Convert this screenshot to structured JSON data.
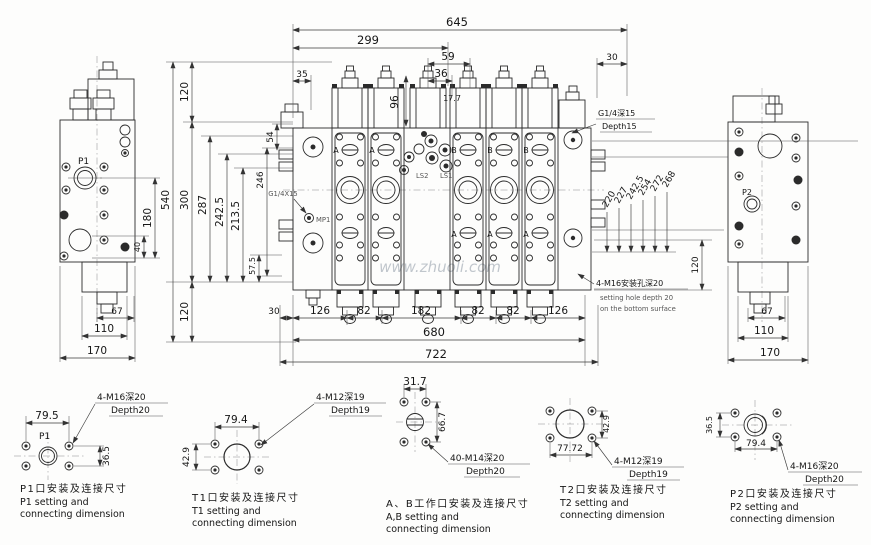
{
  "watermark": "www.zhuoli.com",
  "dims": {
    "top": {
      "a": "645",
      "b": "299",
      "c": "59",
      "d": "36",
      "e": "35",
      "f": "30",
      "g": "96",
      "h": "17.7"
    },
    "left": {
      "a": "120",
      "b": "540",
      "c": "300",
      "d": "287",
      "e": "242.5",
      "f": "213.5",
      "g": "57.5",
      "h": "246",
      "i": "54",
      "j": "120",
      "k": "180",
      "l": "40"
    },
    "bottom": {
      "a": "30",
      "b": "126",
      "c": "82",
      "d": "182",
      "e": "82",
      "f": "82",
      "g": "126",
      "h": "680",
      "i": "722"
    },
    "right": {
      "a": "220",
      "b": "227",
      "c": "242.5",
      "d": "254",
      "e": "272",
      "f": "268",
      "g": "120"
    }
  },
  "notes": {
    "g14": {
      "l1": "G1/4深15",
      "l2": "Depth15"
    },
    "m16": {
      "l1": "4-M16安装孔深20",
      "l2": "setting hole depth 20",
      "l3": "on the bottom surface"
    },
    "g14x15": "G1/4X15"
  },
  "ports": {
    "p1": "P1",
    "p2": "P2",
    "mp1": "MP1",
    "ls1": "LS1",
    "ls2": "LS2",
    "a": "A",
    "b": "B"
  },
  "sideL": {
    "d67": "67",
    "d110": "110",
    "d170": "170"
  },
  "sideR": {
    "d67": "67",
    "d110": "110",
    "d170": "170"
  },
  "details": [
    {
      "w": "79.5",
      "h": "36.5",
      "port": "P1",
      "n1": "4-M16深20",
      "n2": "Depth20",
      "cn": "P1口安装及连接尺寸",
      "en1": "P1 setting and",
      "en2": "connecting dimension"
    },
    {
      "w": "79.4",
      "h": "42.9",
      "n1": "4-M12深19",
      "n2": "Depth19",
      "cn": "T1口安装及连接尺寸",
      "en1": "T1 setting and",
      "en2": "connecting dimension"
    },
    {
      "w": "31.7",
      "h": "66.7",
      "n1": "40-M14深20",
      "n2": "Depth20",
      "cn": "A、B工作口安装及连接尺寸",
      "en1": "A,B setting and",
      "en2": "connecting dimension"
    },
    {
      "w": "77.72",
      "h": "42.9",
      "n1": "4-M12深19",
      "n2": "Depth19",
      "cn": "T2口安装及连接尺寸",
      "en1": "T2 setting and",
      "en2": "connecting dimension"
    },
    {
      "w": "79.4",
      "h": "36.5",
      "n1": "4-M16深20",
      "n2": "Depth20",
      "cn": "P2口安装及连接尺寸",
      "en1": "P2 setting and",
      "en2": "connecting dimension"
    }
  ]
}
